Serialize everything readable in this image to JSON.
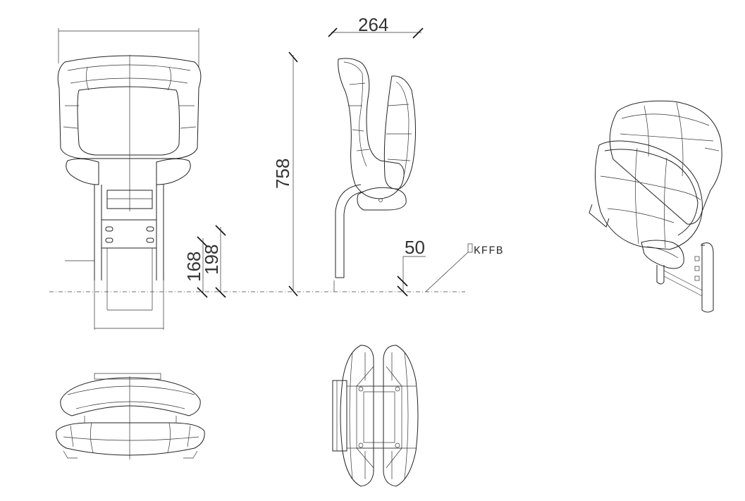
{
  "drawing": {
    "dimensions": {
      "width_top": "264",
      "height_side": "758",
      "offset_small": "50",
      "height_a": "168",
      "height_b": "198"
    },
    "part_code": "KFFB"
  }
}
